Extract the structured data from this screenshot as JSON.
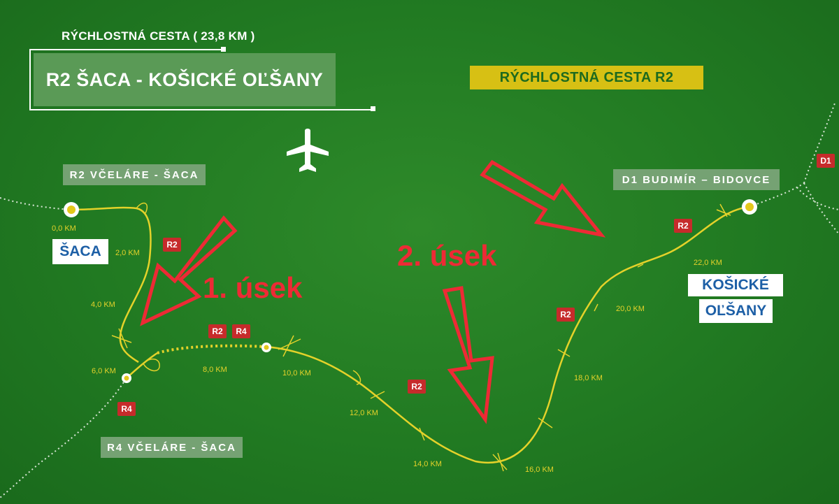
{
  "header": {
    "subtitle": "RÝCHLOSTNÁ CESTA ( 23,8 KM )",
    "title": "R2 ŠACA - KOŠICKÉ OĽŠANY"
  },
  "banner": {
    "label": "RÝCHLOSTNÁ CESTA R2"
  },
  "section_labels": {
    "r2_vcelare": "R2 VČELÁRE - ŠACA",
    "r4_vcelare": "R4 VČELÁRE - ŠACA",
    "d1_budimir": "D1 BUDIMÍR – BIDOVCE"
  },
  "places": {
    "saca": "ŠACA",
    "kosicke": "KOŠICKÉ",
    "olsany": "OĽŠANY"
  },
  "segments": {
    "first": "1. úsek",
    "second": "2. úsek"
  },
  "badges": {
    "r2_a": "R2",
    "r2_b": "R2",
    "r4_b": "R4",
    "r2_c": "R2",
    "r2_d": "R2",
    "r2_e": "R2",
    "r4_a": "R4",
    "d1": "D1"
  },
  "km_markers": {
    "km0": "0,0 KM",
    "km2": "2,0 KM",
    "km4": "4,0 KM",
    "km6": "6,0 KM",
    "km8": "8,0 KM",
    "km10": "10,0 KM",
    "km12": "12,0 KM",
    "km14": "14,0 KM",
    "km16": "16,0 KM",
    "km18": "18,0 KM",
    "km20": "20,0 KM",
    "km22": "22,0 KM"
  },
  "icons": {
    "airport": "airplane-icon",
    "arrow": "red-outline-arrow-icon"
  },
  "colors": {
    "background": "#217a22",
    "route": "#e4d22a",
    "arrow": "#ee2a35",
    "badge": "#c62b2b",
    "banner": "#d7c014",
    "place_text": "#1d5fa6"
  }
}
